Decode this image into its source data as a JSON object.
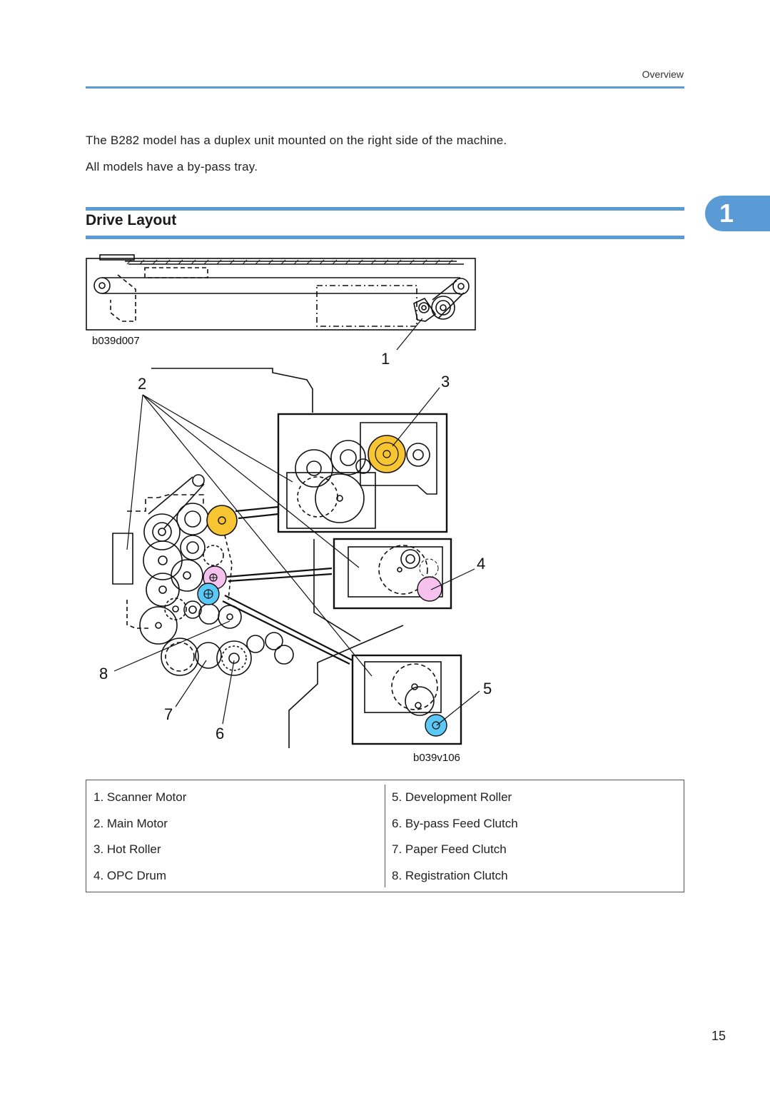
{
  "header": {
    "section": "Overview"
  },
  "intro": {
    "line1": "The B282 model has a duplex unit mounted on the right side of the machine.",
    "line2": "All models have a by-pass tray."
  },
  "section": {
    "title": "Drive Layout"
  },
  "chapter_tab": "1",
  "figure": {
    "top_caption": "b039d007",
    "bottom_caption": "b039v106",
    "callouts": [
      "1",
      "2",
      "3",
      "4",
      "5",
      "6",
      "7",
      "8"
    ],
    "highlight_colors": {
      "hot_roller": "#f7c531",
      "opc_drum": "#f5c2ee",
      "development_roller": "#5bc8f5"
    }
  },
  "legend": {
    "left": [
      "1. Scanner Motor",
      "2. Main Motor",
      "3. Hot Roller",
      "4. OPC Drum"
    ],
    "right": [
      "5. Development Roller",
      "6. By-pass Feed Clutch",
      "7. Paper Feed Clutch",
      "8. Registration Clutch"
    ]
  },
  "page_number": "15"
}
